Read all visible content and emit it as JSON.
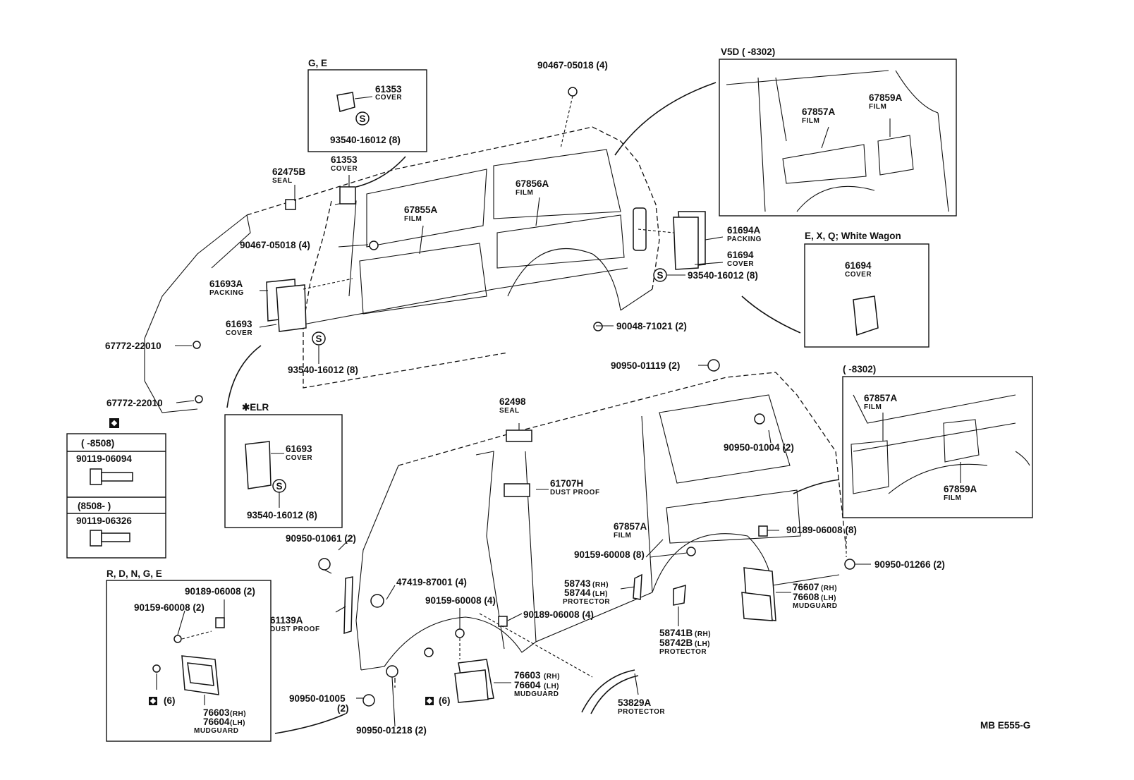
{
  "footer_code": "MB E555-G",
  "insets": {
    "ge": {
      "title": "G, E",
      "part": "61353",
      "part_desc": "COVER",
      "clip": "93540-16012 (8)"
    },
    "v5d": {
      "title": "V5D (       -8302)",
      "p1": "67857A",
      "p1_desc": "FILM",
      "p2": "67859A",
      "p2_desc": "FILM"
    },
    "white_wagon": {
      "title": "E, X, Q; White Wagon",
      "part": "61694",
      "part_desc": "COVER"
    },
    "r8302": {
      "title": "(       -8302)",
      "p1": "67857A",
      "p1_desc": "FILM",
      "p2": "67859A",
      "p2_desc": "FILM"
    },
    "elr": {
      "title": "✱ELR",
      "part": "61693",
      "part_desc": "COVER",
      "clip": "93540-16012 (8)"
    },
    "bolts": {
      "range1": "(       -8508)",
      "bolt1": "90119-06094",
      "range2": "(8508-        )",
      "bolt2": "90119-06326"
    },
    "rdng": {
      "title": "R, D, N, G, E",
      "b1": "90189-06008 (2)",
      "b2": "90159-60008 (2)",
      "count": "(6)",
      "mud_rh": "76603",
      "mud_lh": "76604",
      "rh": "(RH)",
      "lh": "(LH)",
      "mud_desc": "MUDGUARD"
    }
  },
  "upper": {
    "p62475B": "62475B",
    "p62475B_desc": "SEAL",
    "p61353": "61353",
    "p61353_desc": "COVER",
    "p67855A": "67855A",
    "p67855A_desc": "FILM",
    "p67856A": "67856A",
    "p67856A_desc": "FILM",
    "p90467a": "90467-05018 (4)",
    "p90467b": "90467-05018 (4)",
    "p61694A": "61694A",
    "p61694A_desc": "PACKING",
    "p61694": "61694",
    "p61694_desc": "COVER",
    "p93540r": "93540-16012 (8)",
    "p61693A": "61693A",
    "p61693A_desc": "PACKING",
    "p61693": "61693",
    "p61693_desc": "COVER",
    "p93540l": "93540-16012 (8)",
    "p90048": "90048-71021 (2)",
    "p67772a": "67772-22010",
    "p67772b": "67772-22010"
  },
  "lower": {
    "p90950_01119": "90950-01119 (2)",
    "p62498": "62498",
    "p62498_desc": "SEAL",
    "p90950_01004": "90950-01004 (2)",
    "p61707H": "61707H",
    "p61707H_desc": "DUST PROOF",
    "p90950_01061": "90950-01061 (2)",
    "p47419": "47419-87001 (4)",
    "p61139A": "61139A",
    "p61139A_desc": "DUST PROOF",
    "p90159_mid": "90159-60008 (4)",
    "p90189_mid": "90189-06008 (4)",
    "p67857A": "67857A",
    "p67857A_desc": "FILM",
    "p90189_r": "90189-06008 (8)",
    "p90159_r": "90159-60008 (8)",
    "p90950_01266": "90950-01266 (2)",
    "p58743": "58743",
    "p58744": "58744",
    "p58_desc": "PROTECTOR",
    "p76607": "76607",
    "p76608": "76608",
    "p766_desc": "MUDGUARD",
    "p58741B": "58741B",
    "p58742B": "58742B",
    "p587B_desc": "PROTECTOR",
    "p76603": "76603",
    "p76604": "76604",
    "p7660_desc": "MUDGUARD",
    "p53829A": "53829A",
    "p53829A_desc": "PROTECTOR",
    "p90950_01005": "90950-01005",
    "p90950_01005_qty": "(2)",
    "p90950_01218": "90950-01218 (2)",
    "count6": "(6)",
    "rh": "(RH)",
    "lh": "(LH)"
  },
  "icons": {
    "clip_letter": "S"
  }
}
